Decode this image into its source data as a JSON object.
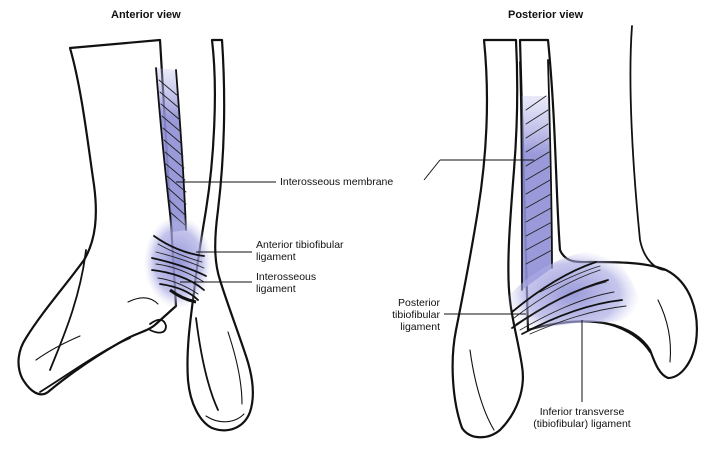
{
  "views": {
    "anterior": {
      "title": "Anterior view",
      "labels": {
        "interosseous_membrane": "Interosseous membrane",
        "anterior_tibiofibular_ligament": "Anterior tibiofibular\nligament",
        "interosseous_ligament": "Interosseous\nligament"
      }
    },
    "posterior": {
      "title": "Posterior view",
      "labels": {
        "posterior_tibiofibular_ligament": "Posterior\ntibiofibular\nligament",
        "inferior_transverse_ligament": "Inferior transverse\n(tibiofibular) ligament"
      }
    }
  },
  "colors": {
    "ligament_shade": "#8f8fd6",
    "ligament_shade_light": "#c9c9ef",
    "outline": "#111111"
  }
}
